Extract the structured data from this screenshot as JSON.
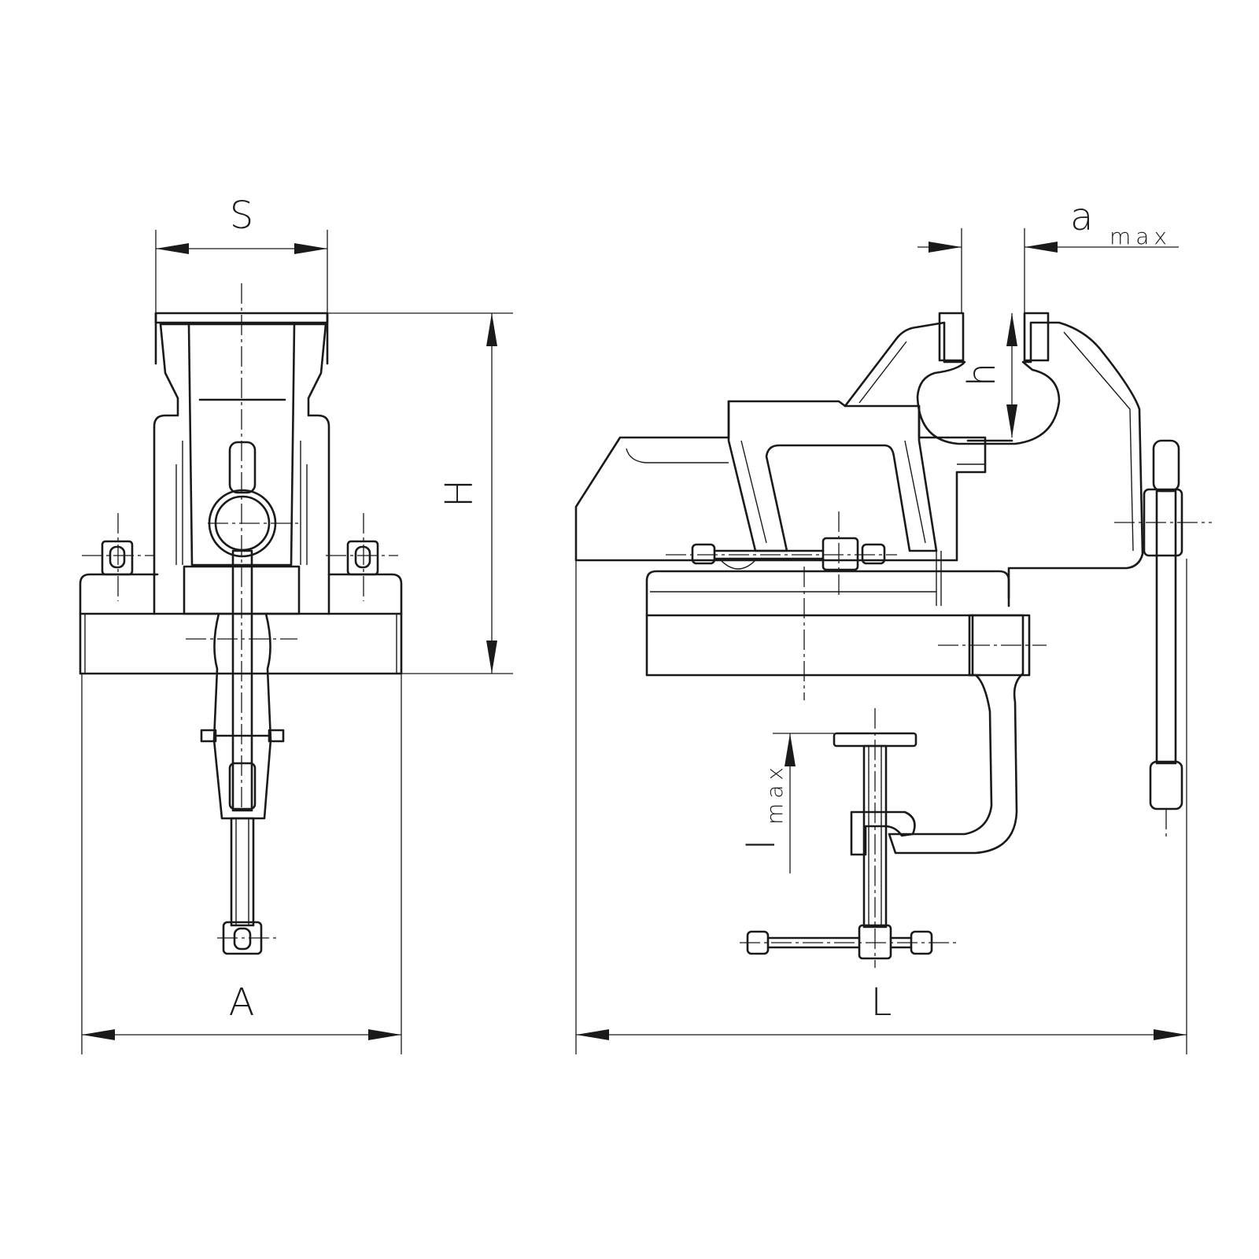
{
  "labels": {
    "S": "S",
    "H": "H",
    "A": "A",
    "L": "L",
    "h": "h",
    "a_main": "a",
    "a_sub": "max",
    "l_main": "l",
    "l_sub": "max"
  },
  "colors": {
    "line": "#1a1a1a",
    "background": "#ffffff"
  }
}
